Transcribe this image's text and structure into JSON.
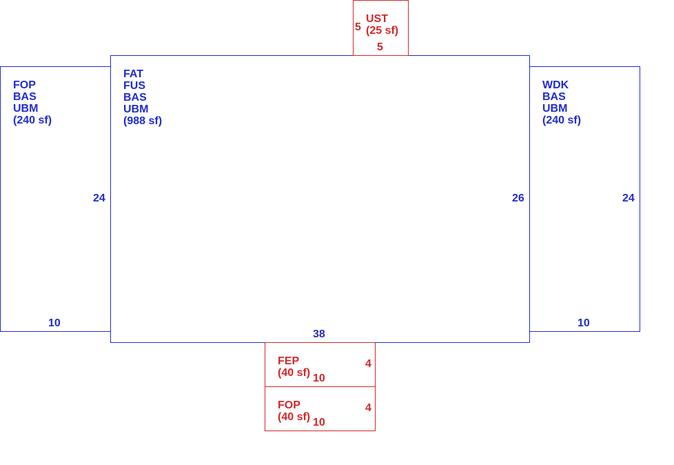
{
  "areas": {
    "main": {
      "lines": [
        "FAT",
        "FUS",
        "BAS",
        "UBM"
      ],
      "area": "(988 sf)",
      "dim_bottom": "38",
      "dim_right": "26"
    },
    "left": {
      "lines": [
        "FOP",
        "BAS",
        "UBM"
      ],
      "area": "(240 sf)",
      "dim_bottom": "10",
      "dim_right": "24"
    },
    "right": {
      "lines": [
        "WDK",
        "BAS",
        "UBM"
      ],
      "area": "(240 sf)",
      "dim_bottom": "10",
      "dim_right": "24"
    },
    "top": {
      "lines": [
        "UST"
      ],
      "area": "(25 sf)",
      "dim_left": "5",
      "dim_bottom": "5"
    },
    "fep": {
      "lines": [
        "FEP"
      ],
      "area": "(40 sf)",
      "dim_bottom": "10",
      "dim_right": "4"
    },
    "fop_bottom": {
      "lines": [
        "FOP"
      ],
      "area": "(40 sf)",
      "dim_bottom": "10",
      "dim_right": "4"
    }
  },
  "colors": {
    "structure": "#1f2bd1",
    "addition": "#d42727"
  }
}
